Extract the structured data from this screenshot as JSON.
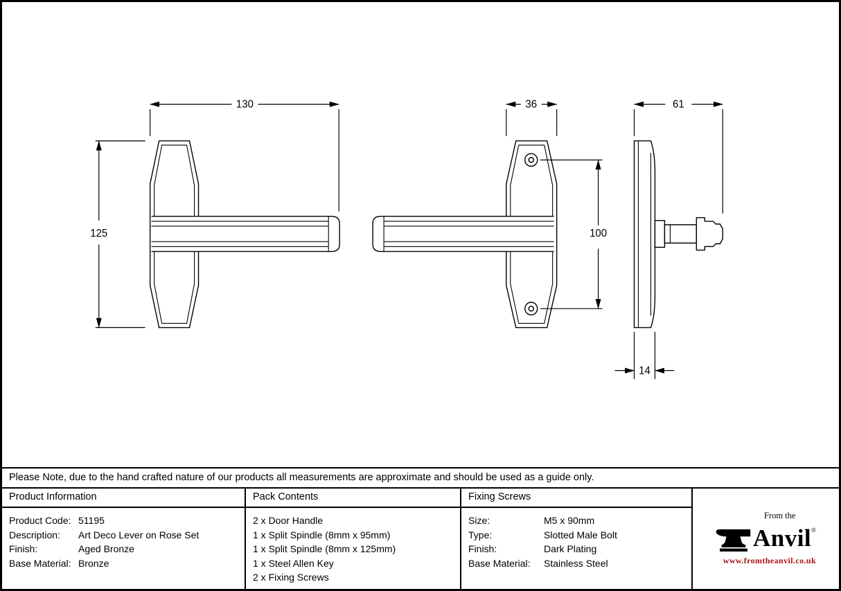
{
  "note": "Please Note, due to the hand crafted nature of our products all measurements are approximate and should be used as a guide only.",
  "dims": {
    "d130": "130",
    "d125": "125",
    "d36": "36",
    "d100": "100",
    "d61": "61",
    "d14": "14"
  },
  "product_info": {
    "header": "Product Information",
    "rows": [
      {
        "label": "Product Code:",
        "value": "51195"
      },
      {
        "label": "Description:",
        "value": "Art Deco Lever on Rose Set"
      },
      {
        "label": "Finish:",
        "value": "Aged Bronze"
      },
      {
        "label": "Base Material:",
        "value": "Bronze"
      }
    ]
  },
  "pack_contents": {
    "header": "Pack Contents",
    "items": [
      "2 x Door Handle",
      "1 x Split Spindle (8mm x 95mm)",
      "1 x Split Spindle (8mm x 125mm)",
      "1 x Steel Allen Key",
      "2 x Fixing Screws"
    ]
  },
  "fixing_screws": {
    "header": "Fixing Screws",
    "rows": [
      {
        "label": "Size:",
        "value": "M5 x 90mm"
      },
      {
        "label": "Type:",
        "value": "Slotted Male Bolt"
      },
      {
        "label": "Finish:",
        "value": "Dark Plating"
      },
      {
        "label": "Base Material:",
        "value": "Stainless Steel"
      }
    ]
  },
  "logo": {
    "tagline": "From the",
    "brand": "Anvil",
    "registered": "®",
    "url": "www.fromtheanvil.co.uk"
  }
}
